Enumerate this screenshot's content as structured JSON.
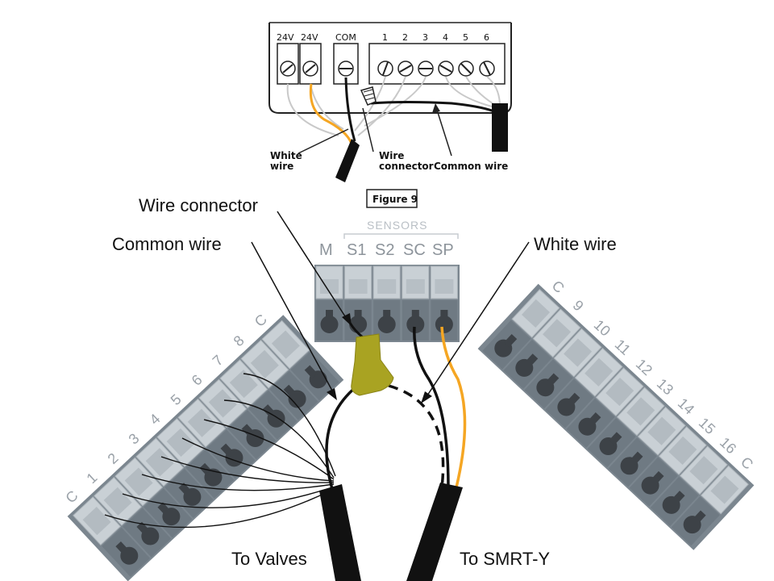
{
  "figure": {
    "caption": "Figure 9",
    "top_panel": {
      "terminals": [
        "24V",
        "24V",
        "COM",
        "1",
        "2",
        "3",
        "4",
        "5",
        "6"
      ],
      "labels": {
        "white_wire": [
          "White",
          "wire"
        ],
        "wire_connector": [
          "Wire",
          "connector"
        ],
        "common_wire": "Common wire"
      }
    }
  },
  "sensor_block": {
    "header": "SENSORS",
    "terminals": [
      "M",
      "S1",
      "S2",
      "SC",
      "SP"
    ]
  },
  "left_strip": {
    "terminals": [
      "C",
      "1",
      "2",
      "3",
      "4",
      "5",
      "6",
      "7",
      "8",
      "C"
    ]
  },
  "right_strip": {
    "terminals": [
      "C",
      "9",
      "10",
      "11",
      "12",
      "13",
      "14",
      "15",
      "16",
      "C"
    ]
  },
  "callouts": {
    "wire_connector": "Wire connector",
    "common_wire": "Common wire",
    "white_wire": "White wire",
    "to_valves": "To Valves",
    "to_smrt_y": "To SMRT-Y"
  },
  "colors": {
    "terminal_dark": "#6f7a83",
    "terminal_light": "#c9d0d5",
    "wire_orange": "#f5a623",
    "wire_connector": "#a9a322",
    "cable": "#111111"
  }
}
